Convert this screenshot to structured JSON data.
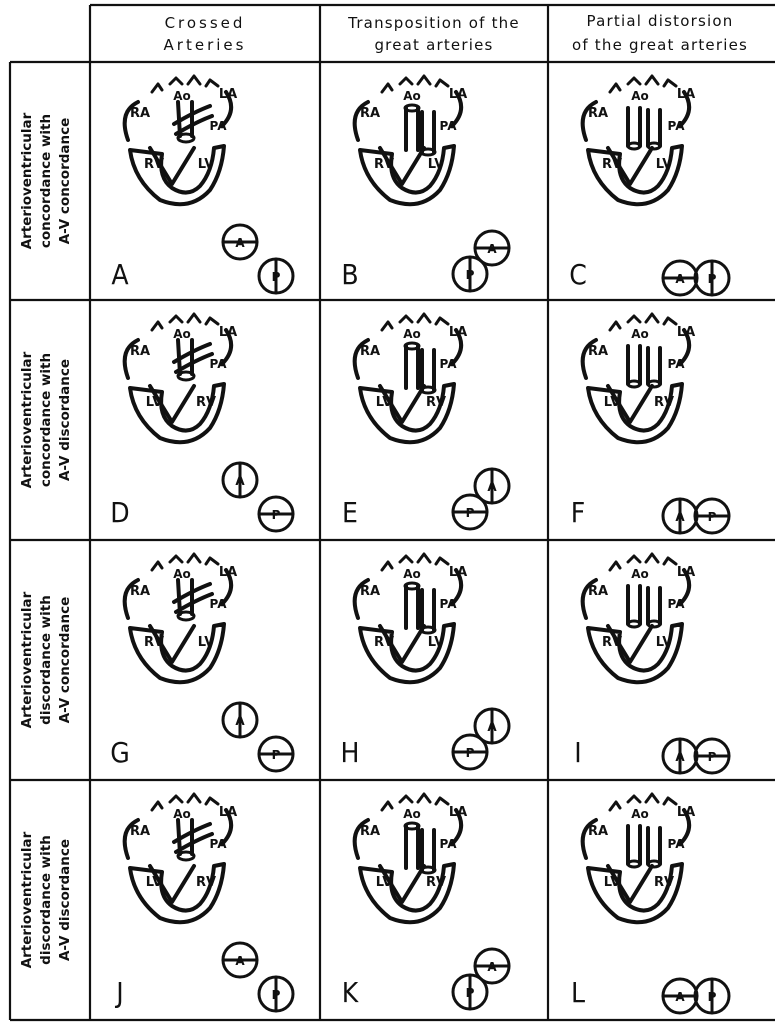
{
  "columns": [
    {
      "line1": "Crossed",
      "line2": "Arteries"
    },
    {
      "line1": "Transposition of the",
      "line2": "great arteries"
    },
    {
      "line1": "Partial distorsion",
      "line2": "of the great arteries"
    }
  ],
  "rows": [
    {
      "line1": "Arterioventricular",
      "line2": "concordance with",
      "line3": "A-V  concordance"
    },
    {
      "line1": "Arterioventricular",
      "line2": "concordance with",
      "line3": "A-V  discordance"
    },
    {
      "line1": "Arterioventricular",
      "line2": "discordance with",
      "line3": "A-V  concordance"
    },
    {
      "line1": "Arterioventricular",
      "line2": "discordance with",
      "line3": "A-V  discordance"
    }
  ],
  "panels": [
    {
      "letter": "A",
      "atria": [
        "RA",
        "LA"
      ],
      "ventricles": [
        "RV",
        "LV"
      ],
      "ao": "Ao",
      "pa": "PA",
      "valves": [
        "A",
        "P"
      ],
      "arrangement": "crossed"
    },
    {
      "letter": "B",
      "atria": [
        "RA",
        "LA"
      ],
      "ventricles": [
        "RV",
        "LV"
      ],
      "ao": "Ao",
      "pa": "PA",
      "valves": [
        "A",
        "P"
      ],
      "arrangement": "transposed"
    },
    {
      "letter": "C",
      "atria": [
        "RA",
        "LA"
      ],
      "ventricles": [
        "RV",
        "LV"
      ],
      "ao": "Ao",
      "pa": "PA",
      "valves": [
        "A",
        "P"
      ],
      "arrangement": "side-by-side"
    },
    {
      "letter": "D",
      "atria": [
        "RA",
        "LA"
      ],
      "ventricles": [
        "LV",
        "RV"
      ],
      "ao": "Ao",
      "pa": "PA",
      "valves": [
        "P",
        "A"
      ],
      "arrangement": "crossed"
    },
    {
      "letter": "E",
      "atria": [
        "RA",
        "LA"
      ],
      "ventricles": [
        "LV",
        "RV"
      ],
      "ao": "Ao",
      "pa": "PA",
      "valves": [
        "P",
        "A"
      ],
      "arrangement": "transposed"
    },
    {
      "letter": "F",
      "atria": [
        "RA",
        "LA"
      ],
      "ventricles": [
        "LV",
        "RV"
      ],
      "ao": "Ao",
      "pa": "PA",
      "valves": [
        "P",
        "A"
      ],
      "arrangement": "side-by-side"
    },
    {
      "letter": "G",
      "atria": [
        "RA",
        "LA"
      ],
      "ventricles": [
        "RV",
        "LV"
      ],
      "ao": "Ao",
      "pa": "PA",
      "valves": [
        "P",
        "A"
      ],
      "arrangement": "crossed"
    },
    {
      "letter": "H",
      "atria": [
        "RA",
        "LA"
      ],
      "ventricles": [
        "RV",
        "LV"
      ],
      "ao": "Ao",
      "pa": "PA",
      "valves": [
        "P",
        "A"
      ],
      "arrangement": "transposed"
    },
    {
      "letter": "I",
      "atria": [
        "RA",
        "LA"
      ],
      "ventricles": [
        "RV",
        "LV"
      ],
      "ao": "Ao",
      "pa": "PA",
      "valves": [
        "P",
        "A"
      ],
      "arrangement": "side-by-side"
    },
    {
      "letter": "J",
      "atria": [
        "RA",
        "LA"
      ],
      "ventricles": [
        "LV",
        "RV"
      ],
      "ao": "Ao",
      "pa": "PA",
      "valves": [
        "A",
        "P"
      ],
      "arrangement": "crossed"
    },
    {
      "letter": "K",
      "atria": [
        "RA",
        "LA"
      ],
      "ventricles": [
        "LV",
        "RV"
      ],
      "ao": "Ao",
      "pa": "PA",
      "valves": [
        "A",
        "P"
      ],
      "arrangement": "transposed"
    },
    {
      "letter": "L",
      "atria": [
        "RA",
        "LA"
      ],
      "ventricles": [
        "LV",
        "RV"
      ],
      "ao": "Ao",
      "pa": "PA",
      "valves": [
        "A",
        "P"
      ],
      "arrangement": "side-by-side"
    }
  ]
}
